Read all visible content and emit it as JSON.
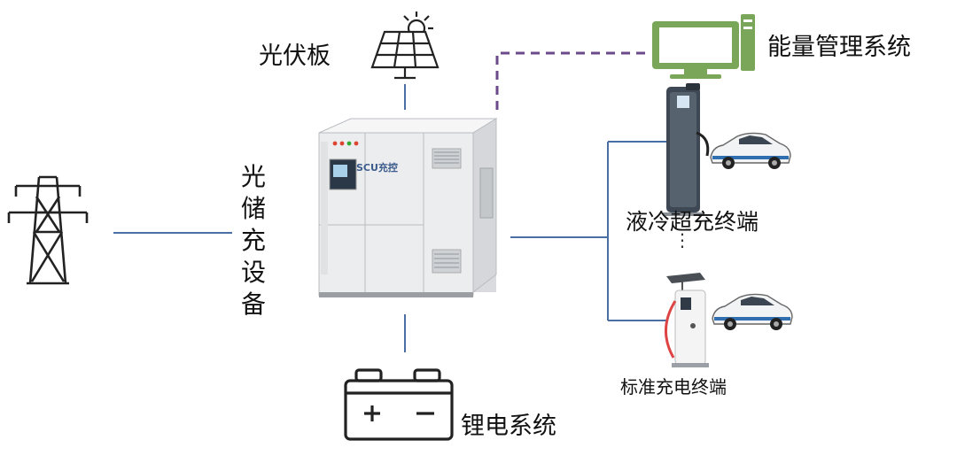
{
  "labels": {
    "pv_panel": "光伏板",
    "energy_management_system": "能量管理系统",
    "storage_charging_device": "光储充设备",
    "liquid_cooled_terminal": "液冷超充终端",
    "standard_terminal": "标准充电终端",
    "lithium_battery_system": "锂电系统",
    "device_brand": "SCU充控",
    "ellipsis": "⋮"
  },
  "colors": {
    "connector_line": "#4a6fa5",
    "dashed_link": "#6b4a8c",
    "ems_icon": "#7aa65a",
    "icon_stroke": "#222222",
    "cabinet_body": "#ecedee"
  },
  "icons": [
    "solar-panel-icon",
    "power-tower-icon",
    "monitor-icon",
    "battery-icon",
    "ev-car-icon",
    "charging-pile-icon"
  ]
}
